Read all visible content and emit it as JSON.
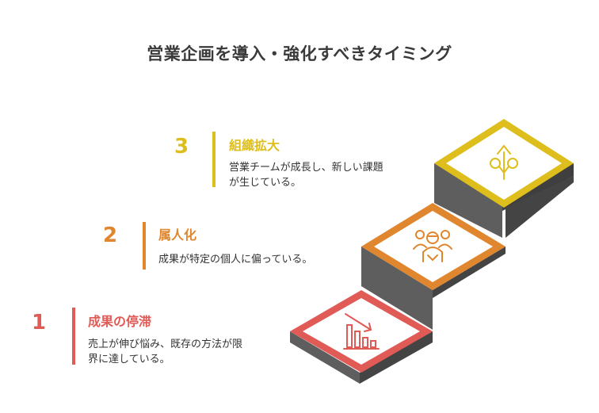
{
  "title": "営業企画を導入・強化すべきタイミング",
  "steps": [
    {
      "number": "1",
      "heading": "成果の停滞",
      "description_lines": [
        "売上が伸び悩み、既存の方法が限",
        "界に達している。"
      ],
      "color": "#E05A56",
      "icon": "declining-bar-chart-icon"
    },
    {
      "number": "2",
      "heading": "属人化",
      "description_lines": [
        "成果が特定の個人に偏っている。"
      ],
      "color": "#E0862E",
      "icon": "team-people-icon"
    },
    {
      "number": "3",
      "heading": "組織拡大",
      "description_lines": [
        "営業チームが成長し、新しい課題",
        "が生じている。"
      ],
      "color": "#DDBE1C",
      "icon": "growing-plant-icon"
    }
  ]
}
